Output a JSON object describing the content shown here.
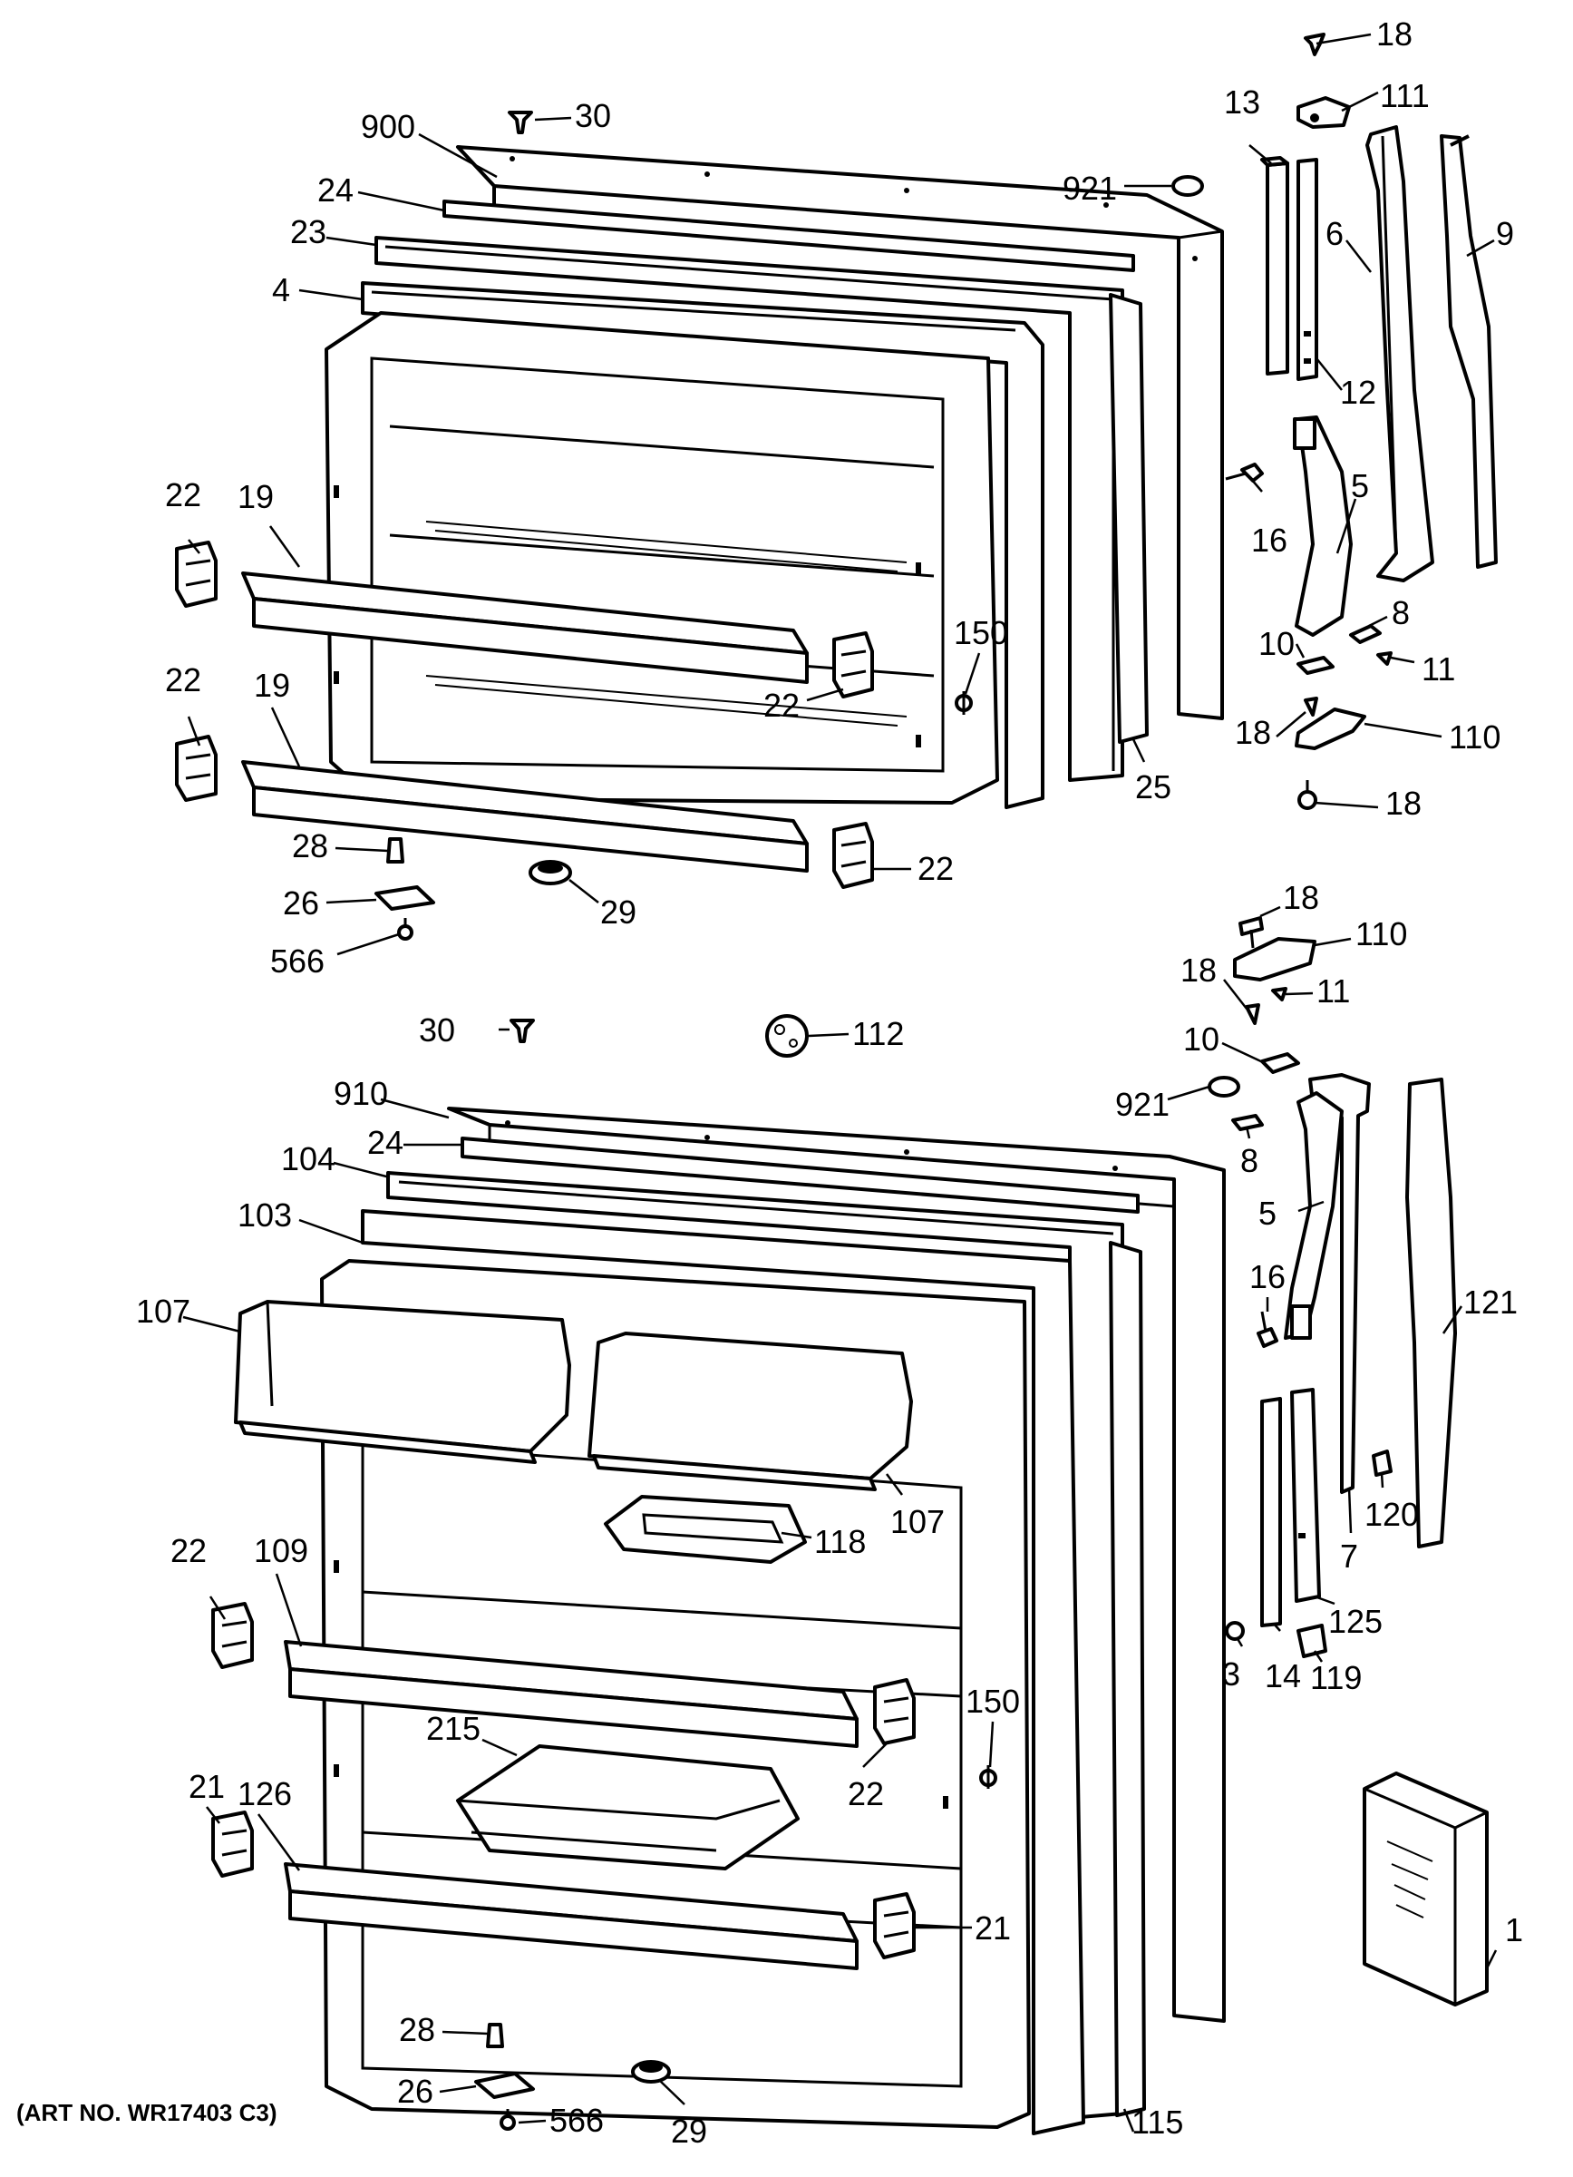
{
  "caption": "(ART NO. WR17403 C3)",
  "labels": {
    "freezer": {
      "l18_top": "18",
      "l111": "111",
      "l30": "30",
      "l900": "900",
      "l13": "13",
      "l921": "921",
      "l24": "24",
      "l6": "6",
      "l9": "9",
      "l23": "23",
      "l4": "4",
      "l12": "12",
      "l22_a": "22",
      "l19_a": "19",
      "l16": "16",
      "l5": "5",
      "l150": "150",
      "l10": "10",
      "l8": "8",
      "l11": "11",
      "l22_b": "22",
      "l22_c": "22",
      "l19_b": "19",
      "l18_b": "18",
      "l110": "110",
      "l25": "25",
      "l18_c": "18",
      "l28": "28",
      "l22_d": "22",
      "l26": "26",
      "l29": "29",
      "l566": "566"
    },
    "fresh_food": {
      "l18_a": "18",
      "l110": "110",
      "l18_b": "18",
      "l11": "11",
      "l30": "30",
      "l112": "112",
      "l10": "10",
      "l910": "910",
      "l921": "921",
      "l24": "24",
      "l8": "8",
      "l104": "104",
      "l103": "103",
      "l5": "5",
      "l107_a": "107",
      "l16": "16",
      "l121": "121",
      "l107_b": "107",
      "l118": "118",
      "l120": "120",
      "l7": "7",
      "l22_a": "22",
      "l109": "109",
      "l125": "125",
      "l3": "3",
      "l14": "14",
      "l119": "119",
      "l150": "150",
      "l215": "215",
      "l22_b": "22",
      "l21_a": "21",
      "l126": "126",
      "l1": "1",
      "l21_b": "21",
      "l28": "28",
      "l115": "115",
      "l26": "26",
      "l566": "566",
      "l29": "29"
    }
  }
}
